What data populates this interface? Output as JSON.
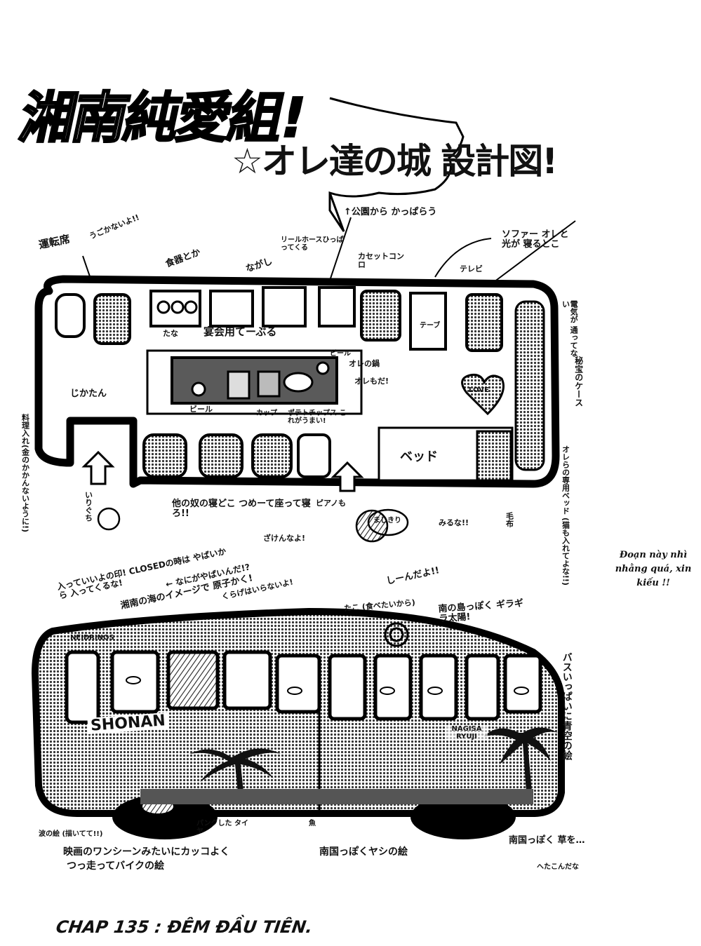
{
  "page": {
    "title": {
      "logo_left": "湘南",
      "logo_right": "純愛組!",
      "romaji": "SHONAN",
      "subtitle": "☆オレ達の城 設計図!"
    },
    "translator_note": "Đoạn này nhì nhằng quá, xin kiếu !!",
    "chapter_caption": "CHAP 135 : ĐÊM ĐẦU TIÊN.",
    "colors": {
      "ink": "#000000",
      "paper": "#ffffff",
      "screentone": "#7a7a7a",
      "table_tone": "#5a5a5a"
    }
  },
  "floor_plan": {
    "annotations": {
      "park_source": "↑公園から かっぱらう",
      "driver_seat": "運転席",
      "driver_seat_note": "うごかないよ!!",
      "tableware": "食器とか",
      "sink": "ながし",
      "reel_hose": "リールホースひっぱってくる",
      "cassette_stove": "カセットコンロ",
      "sofa_note": "ソファー オレと光が 寝るとこ",
      "tv": "テレビ",
      "electricity": "電気が 通ってない",
      "banquet_table": "宴会用てーぶる",
      "tana": "たな",
      "beer_right": "ビール",
      "beer_left": "ビール",
      "pot": "オレの鍋",
      "ore_mo": "オレもだ!",
      "cup": "カップ",
      "potato_chips": "ポテトチップス これがうまい!",
      "jikatan": "じかたん",
      "seasoning": "料理入れ(金のかかんないように!)",
      "entrance": "いりぐち",
      "stereo": "テーブ",
      "love_sign": "LOVE",
      "bed": "ベッド",
      "treasure_case": "秘宝のケース",
      "private_bed": "オレらの専用ベッド (猫も入れてよな!!)",
      "sleeping_bag_note": "他の奴の寝どこ つめーて座って寝ろ!!",
      "zaken": "ざけんなよ!",
      "piano": "ピアノも",
      "knife": "まじきり",
      "mirror": "みるな!!",
      "blanket": "毛布"
    }
  },
  "bus_exterior": {
    "annotations": {
      "closed_sign": "入っていいよの印! CLOSEDの時は やばいから 入ってくるな!",
      "naniga_yabai": "← なにがやばいんだ!?",
      "shonan_sea": "湘南の海のイメージで 原子かく!",
      "kurage": "くらげはいらないよ!",
      "shiiin": "しーんだよ!!",
      "tako": "たこ (食べたいから)",
      "southern_sun": "南の島っぽく ギラギラ太陽!",
      "bus_sky": "バスいっぱいに青空の絵",
      "nagisa_ryuji": "NAGISA RYUJI",
      "shonan_logo": "SHONAN",
      "plate": "NEIDRINOS",
      "punctured_tire": "パンクした タイヤ",
      "fish": "魚",
      "wave_painting": "波の絵 (描いてて!!)",
      "movie_scene": "映画のワンシーンみたいにカッコよく",
      "bike_painting": "つっ走ってバイクの絵",
      "palm_painting": "南国っぽくヤシの絵",
      "southern_grass": "南国っぽく 草を…",
      "hedonist": "へたこんだな"
    }
  }
}
